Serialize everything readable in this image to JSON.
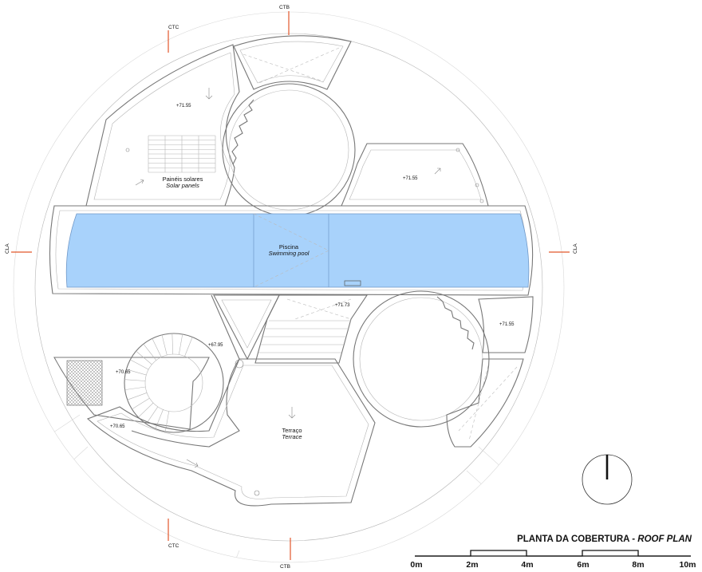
{
  "sections": {
    "ctb_top": "CTB",
    "ctb_bottom": "CTB",
    "ctc_top": "CTC",
    "ctc_bottom": "CTC",
    "cla_left": "CLA",
    "cla_right": "CLA"
  },
  "levels": {
    "nw": "+71.55",
    "ne": "+71.55",
    "east": "+71.55",
    "stair_top": "+71.73",
    "spiral": "+67.95",
    "west": "+70.65",
    "southwest": "+70.65"
  },
  "rooms": {
    "solar_pt": "Painéis solares",
    "solar_en": "Solar panels",
    "pool_pt": "Piscina",
    "pool_en": "Swimming pool",
    "terrace_pt": "Terraço",
    "terrace_en": "Terrace"
  },
  "title": {
    "main": "PLANTA DA COBERTURA - ",
    "italic": "ROOF PLAN"
  },
  "scale": [
    "0m",
    "2m",
    "4m",
    "6m",
    "8m",
    "10m"
  ],
  "colors": {
    "pool": "#a8d2fb",
    "section_marker": "#e2572b",
    "wall": "#777777"
  }
}
